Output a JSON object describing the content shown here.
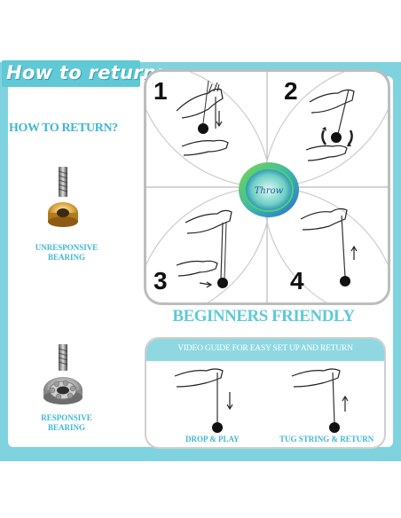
{
  "title": "How to return:",
  "left_panel": {
    "heading": "HOW TO RETURN?",
    "unresponsive_label": [
      "UNRESPONSIVE",
      "BEARING"
    ],
    "responsive_label": [
      "RESPONSIVE",
      "BEARING"
    ]
  },
  "steps": [
    "1",
    "2",
    "3",
    "4"
  ],
  "yoyo_logo": "Throw",
  "beginners_friendly": "BEGINNERS FRIENDLY",
  "guide": {
    "header": "VIDEO GUIDE FOR EASY SET UP AND RETURN",
    "drop_label": "DROP & PLAY",
    "tug_label": "TUG STRING & RETURN"
  },
  "colors": {
    "accent": "#5fc9d6",
    "frame": "#7fd3de",
    "text_accent": "#3fb6d6",
    "ball": "#111111"
  }
}
